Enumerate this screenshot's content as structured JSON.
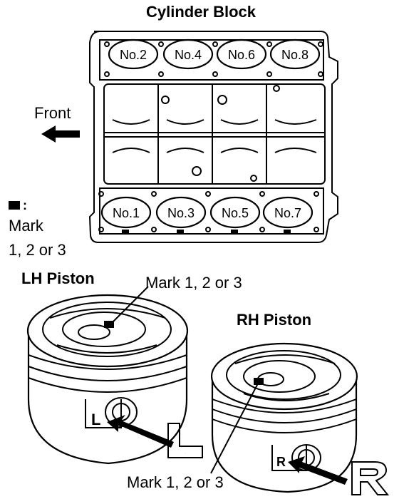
{
  "block": {
    "title": "Cylinder Block",
    "top_cylinders": [
      "No.2",
      "No.4",
      "No.6",
      "No.8"
    ],
    "bottom_cylinders": [
      "No.1",
      "No.3",
      "No.5",
      "No.7"
    ]
  },
  "front_label": "Front",
  "legend": {
    "colon": ":",
    "line1": "Mark",
    "line2": "1, 2 or 3"
  },
  "lh_piston": {
    "title": "LH Piston",
    "mark_label": "Mark 1, 2 or 3",
    "side_letter": "L",
    "engraved_letter": "L"
  },
  "rh_piston": {
    "title": "RH Piston",
    "mark_label": "Mark 1, 2 or 3",
    "side_letter": "R",
    "engraved_letter": "R"
  }
}
